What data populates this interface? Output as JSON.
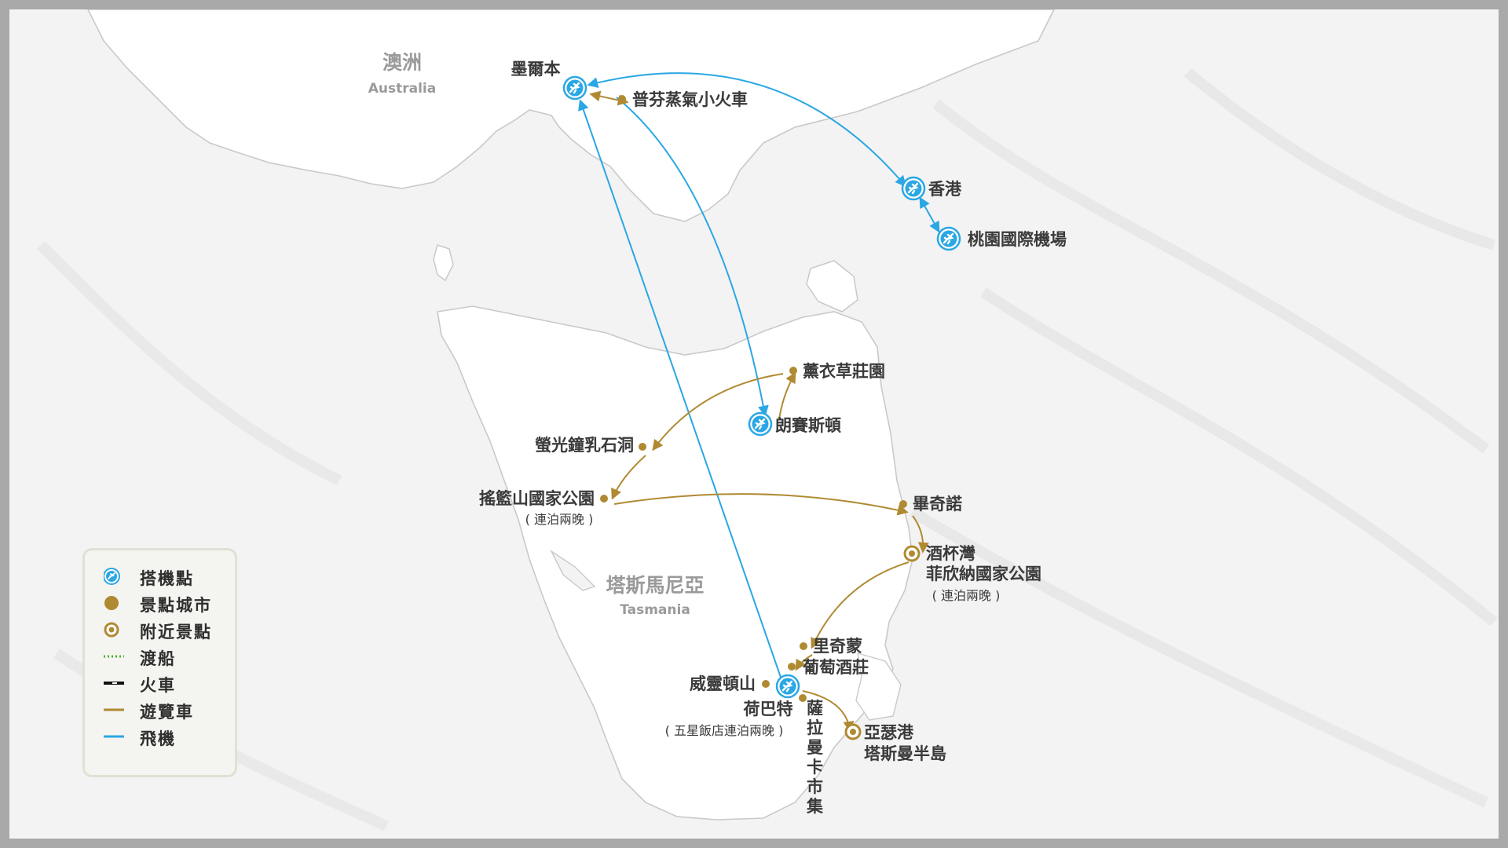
{
  "colors": {
    "flight": "#2aa7e4",
    "tour_bus": "#b08a32",
    "ferry": "#4caf2a",
    "train": "#111111",
    "land": "#ffffff",
    "sea": "#f3f3f3",
    "coast": "#c9c9c9"
  },
  "regions": {
    "australia_zh": "澳洲",
    "australia_en": "Australia",
    "tasmania_zh": "塔斯馬尼亞",
    "tasmania_en": "Tasmania"
  },
  "places": {
    "melbourne": "墨爾本",
    "puffing_billy": "普芬蒸氣小火車",
    "hong_kong": "香港",
    "taoyuan": "桃園國際機場",
    "lavender_farm": "薰衣草莊園",
    "launceston": "朗賽斯頓",
    "glowworm_cave": "螢光鐘乳石洞",
    "cradle_mountain": "搖籃山國家公園",
    "cradle_mountain_note": "( 連泊兩晚 )",
    "bicheno": "畢奇諾",
    "wineglass_bay": "酒杯灣",
    "freycinet": "菲欣納國家公園",
    "freycinet_note": "( 連泊兩晚 )",
    "richmond": "里奇蒙",
    "winery": "葡萄酒莊",
    "mt_wellington": "威靈頓山",
    "hobart": "荷巴特",
    "hobart_note": "( 五星飯店連泊兩晚 )",
    "salamanca_market": "薩拉曼卡市集",
    "port_arthur": "亞瑟港",
    "tasman_peninsula": "塔斯曼半島"
  },
  "legend": {
    "items": [
      {
        "label": "搭機點",
        "icon": "airport-icon"
      },
      {
        "label": "景點城市",
        "icon": "city-dot-icon"
      },
      {
        "label": "附近景點",
        "icon": "nearby-ring-icon"
      },
      {
        "label": "渡船",
        "icon": "ferry-line-icon"
      },
      {
        "label": "火車",
        "icon": "train-line-icon"
      },
      {
        "label": "遊覽車",
        "icon": "bus-line-icon"
      },
      {
        "label": "飛機",
        "icon": "flight-line-icon"
      }
    ]
  }
}
